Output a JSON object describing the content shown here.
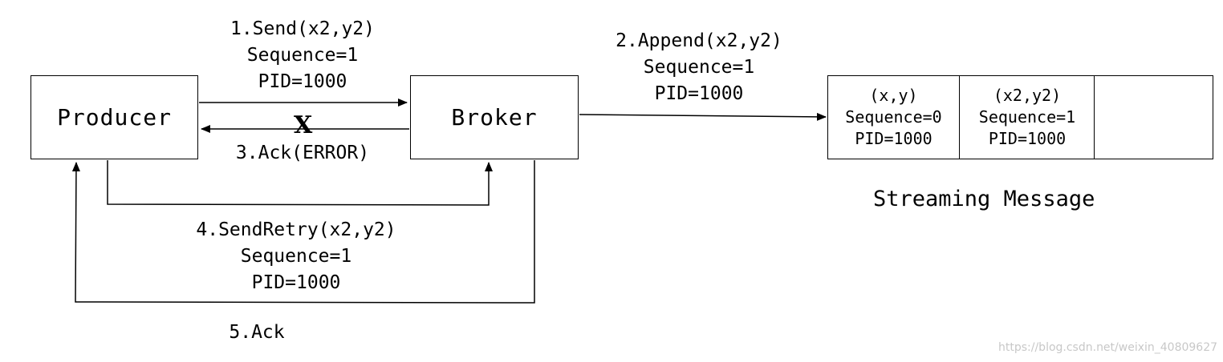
{
  "nodes": {
    "producer": "Producer",
    "broker": "Broker"
  },
  "edges": {
    "send": {
      "line1": "1.Send(x2,y2)",
      "line2": "Sequence=1",
      "line3": "PID=1000"
    },
    "append": {
      "line1": "2.Append(x2,y2)",
      "line2": "Sequence=1",
      "line3": "PID=1000"
    },
    "ack_error": {
      "label": "3.Ack(ERROR)",
      "fail_mark": "X"
    },
    "send_retry": {
      "line1": "4.SendRetry(x2,y2)",
      "line2": "Sequence=1",
      "line3": "PID=1000"
    },
    "ack": {
      "label": "5.Ack"
    }
  },
  "stream": {
    "caption": "Streaming Message",
    "cells": [
      {
        "value": "(x,y)",
        "sequence": "Sequence=0",
        "pid": "PID=1000"
      },
      {
        "value": "(x2,y2)",
        "sequence": "Sequence=1",
        "pid": "PID=1000"
      },
      {
        "value": "",
        "sequence": "",
        "pid": ""
      }
    ]
  },
  "watermark": "https://blog.csdn.net/weixin_40809627"
}
